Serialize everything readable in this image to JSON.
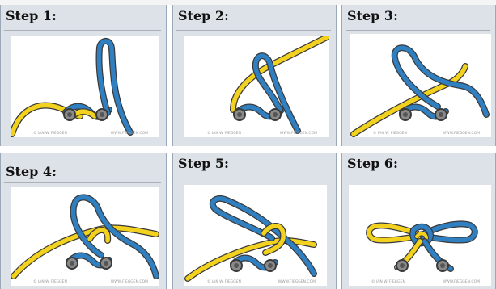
{
  "caption_fragment": "",
  "steps": [
    {
      "title": "Step 1:",
      "credit_name": "© IAN W. FIEGGEN",
      "credit_site": "WWW.FIEGGEN.COM"
    },
    {
      "title": "Step 2:",
      "credit_name": "© IAN W. FIEGGEN",
      "credit_site": "WWW.FIEGGEN.COM"
    },
    {
      "title": "Step 3:",
      "credit_name": "© IAN W. FIEGGEN",
      "credit_site": "WWW.FIEGGEN.COM"
    },
    {
      "title": "Step 4:",
      "credit_name": "© IAN W. FIEGGEN",
      "credit_site": "WWW.FIEGGEN.COM"
    },
    {
      "title": "Step 5:",
      "credit_name": "© IAN W. FIEGGEN",
      "credit_site": "WWW.FIEGGEN.COM"
    },
    {
      "title": "Step 6:",
      "credit_name": "© IAN W. FIEGGEN",
      "credit_site": "WWW.FIEGGEN.COM"
    }
  ],
  "colors": {
    "lace_yellow": "#f2d21e",
    "lace_blue": "#2f7fc1",
    "lace_outline": "#3a3a3a",
    "eyelet": "#8a8a8a",
    "panel_bg": "#dde2e8"
  }
}
